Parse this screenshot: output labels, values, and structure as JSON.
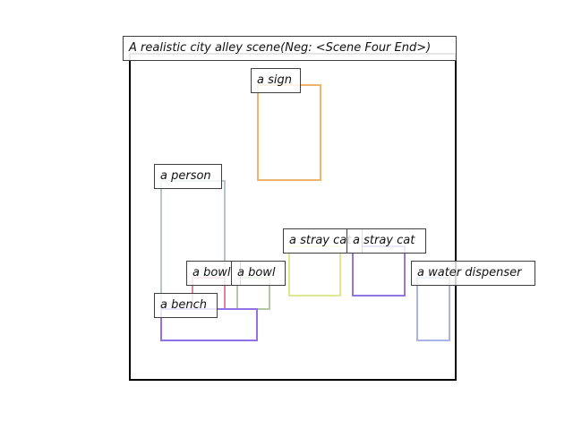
{
  "title": "A realistic city alley scene(Neg: <Scene Four End>)",
  "objects": [
    {
      "label": "a sign",
      "color": "#f0b46e"
    },
    {
      "label": "a person",
      "color": "#b9c5c8"
    },
    {
      "label": "a stray cat",
      "color": "#dfe891"
    },
    {
      "label": "a stray cat",
      "color": "#9475e4"
    },
    {
      "label": "a water dispenser",
      "color": "#aab4e6"
    },
    {
      "label": "a bowl",
      "color": "#de80a0"
    },
    {
      "label": "a bowl",
      "color": "#b2c8a6"
    },
    {
      "label": "a bench",
      "color": "#9270e6"
    }
  ]
}
